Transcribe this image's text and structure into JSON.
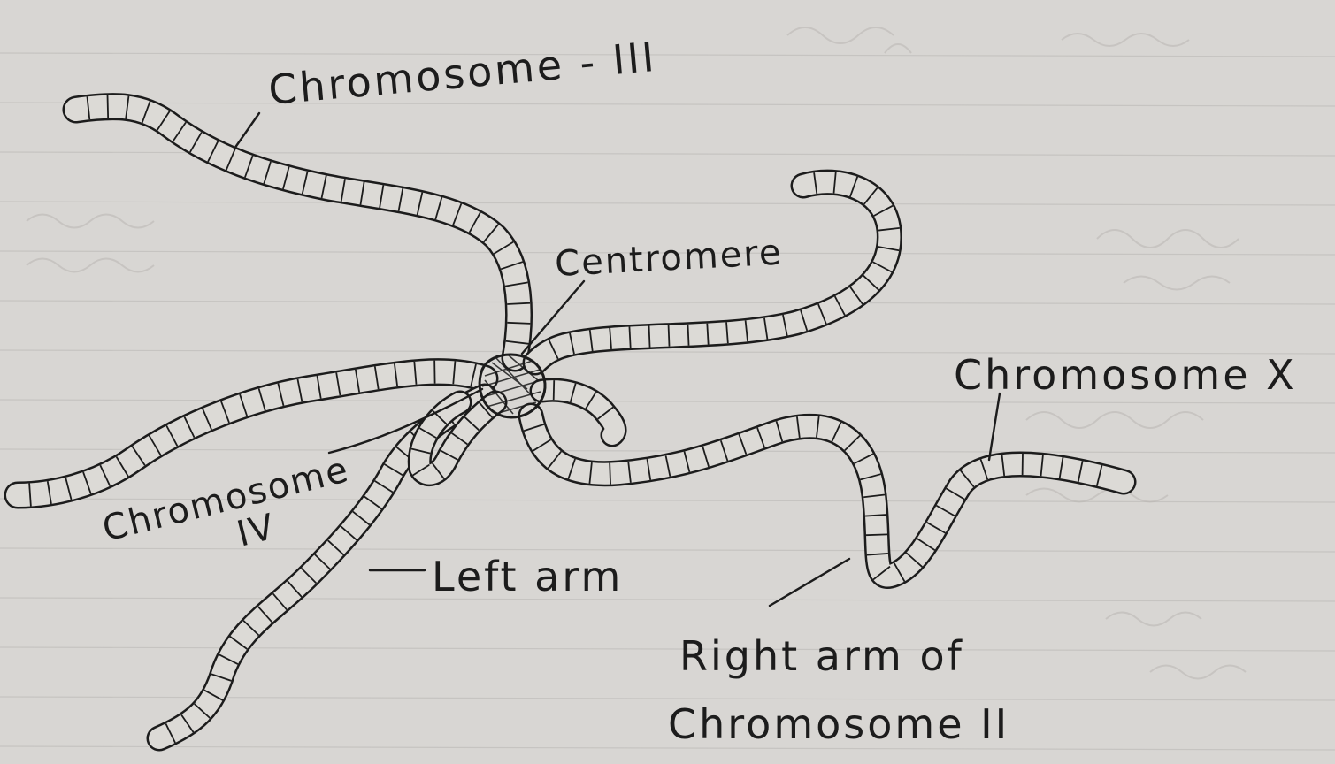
{
  "labels": {
    "chromosome_3": "Chromosome - III",
    "centromere": "Centromere",
    "chromosome_x": "Chromosome X",
    "chromosome_4": "Chromosome",
    "chromosome_4_numeral": "IV",
    "left_arm": "Left arm",
    "right_arm_line1": "Right arm of",
    "right_arm_line2": "Chromosome II"
  },
  "colors": {
    "paper": "#d8d6d3",
    "ink": "#1c1c1c",
    "rule_lines": "#c6c4c1"
  }
}
